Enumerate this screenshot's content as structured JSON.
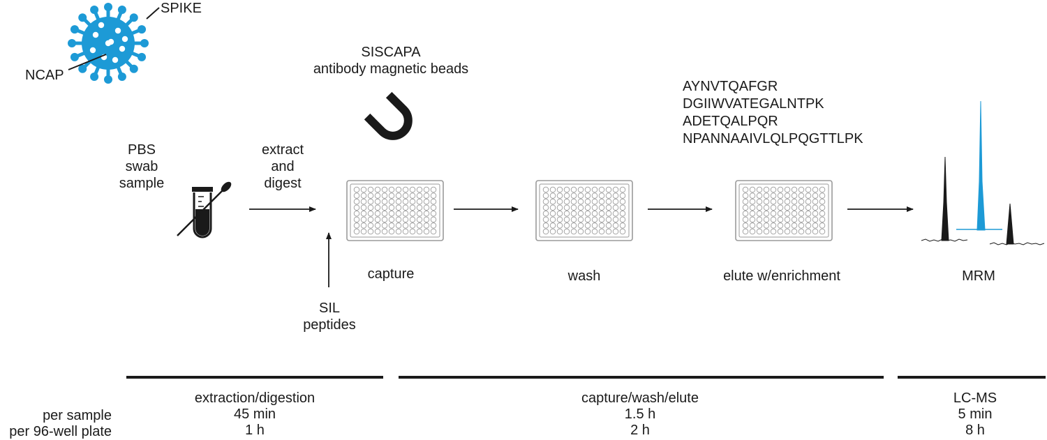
{
  "virus": {
    "spike_label": "SPIKE",
    "ncap_label": "NCAP",
    "color": "#1d9ad6"
  },
  "beads": {
    "line1": "SISCAPA",
    "line2": "antibody magnetic beads"
  },
  "peptides": [
    "AYNVTQAFGR",
    "DGIIWVATEGALNTPK",
    "ADETQALPQR",
    "NPANNAAIVLQLPQGTTLPK"
  ],
  "sample": {
    "line1": "PBS",
    "line2": "swab",
    "line3": "sample"
  },
  "extract": {
    "line1": "extract",
    "line2": "and",
    "line3": "digest"
  },
  "sil": {
    "line1": "SIL",
    "line2": "peptides"
  },
  "steps": {
    "capture": "capture",
    "wash": "wash",
    "elute": "elute w/enrichment",
    "mrm": "MRM"
  },
  "timeline": {
    "row_labels": {
      "per_sample": "per sample",
      "per_plate": "per 96-well plate"
    },
    "phases": [
      {
        "name": "extraction/digestion",
        "per_sample": "45 min",
        "per_plate": "1 h"
      },
      {
        "name": "capture/wash/elute",
        "per_sample": "1.5 h",
        "per_plate": "2 h"
      },
      {
        "name": "LC-MS",
        "per_sample": "5 min",
        "per_plate": "8 h"
      }
    ]
  },
  "colors": {
    "ink": "#1a1a1a",
    "accent": "#1d9ad6",
    "plate": "#9a9a9a"
  }
}
